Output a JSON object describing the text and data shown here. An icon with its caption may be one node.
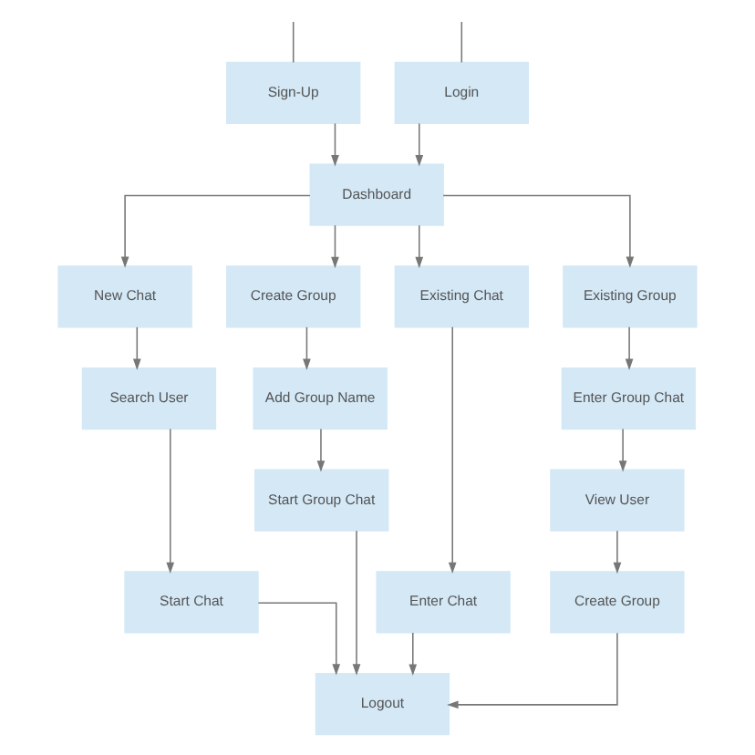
{
  "diagram": {
    "nodes": [
      {
        "text": [
          "Login"
        ]
      },
      {
        "text": [
          "Sign-Up"
        ]
      },
      {
        "text": [
          "Dashboard"
        ]
      },
      {
        "text": [
          "New Chat"
        ]
      },
      {
        "text": [
          "Create Group"
        ]
      },
      {
        "text": [
          "Existing Chat"
        ]
      },
      {
        "text": [
          "Existing Group"
        ]
      },
      {
        "text": [
          "Search User"
        ]
      },
      {
        "text": [
          "Add Group Name"
        ]
      },
      {
        "text": [
          "Enter Chat"
        ]
      },
      {
        "text": [
          "Enter Group Chat"
        ]
      },
      {
        "text": [
          "Start Chat"
        ]
      },
      {
        "text": [
          "Start Group Chat"
        ]
      },
      {
        "text": [
          "View User"
        ]
      },
      {
        "text": [
          "Create Group"
        ]
      },
      {
        "text": [
          "Logout"
        ]
      }
    ],
    "edges": [
      {
        "from": null,
        "to": 0,
        "arrow": "none"
      },
      {
        "from": null,
        "to": 1,
        "arrow": "none"
      },
      {
        "from": 0,
        "to": 2,
        "arrow": "to"
      },
      {
        "from": 1,
        "to": 2,
        "arrow": "to"
      },
      {
        "from": 2,
        "to": 3,
        "arrow": "to"
      },
      {
        "from": 2,
        "to": 4,
        "arrow": "to"
      },
      {
        "from": 2,
        "to": 5,
        "arrow": "to"
      },
      {
        "from": 2,
        "to": 6,
        "arrow": "to"
      },
      {
        "from": 3,
        "to": 7,
        "arrow": "to"
      },
      {
        "from": 4,
        "to": 8,
        "arrow": "to"
      },
      {
        "from": 5,
        "to": 9,
        "arrow": "to"
      },
      {
        "from": 6,
        "to": 10,
        "arrow": "to"
      },
      {
        "from": 7,
        "to": 11,
        "arrow": "to"
      },
      {
        "from": 8,
        "to": 12,
        "arrow": "to"
      },
      {
        "from": 10,
        "to": 13,
        "arrow": "to"
      },
      {
        "from": 13,
        "to": 14,
        "arrow": "to"
      },
      {
        "from": 11,
        "to": 15,
        "arrow": "to"
      },
      {
        "from": 12,
        "to": 15,
        "arrow": "to"
      },
      {
        "from": 9,
        "to": 15,
        "arrow": "to"
      },
      {
        "from": 14,
        "to": 15,
        "arrow": "to"
      }
    ]
  }
}
